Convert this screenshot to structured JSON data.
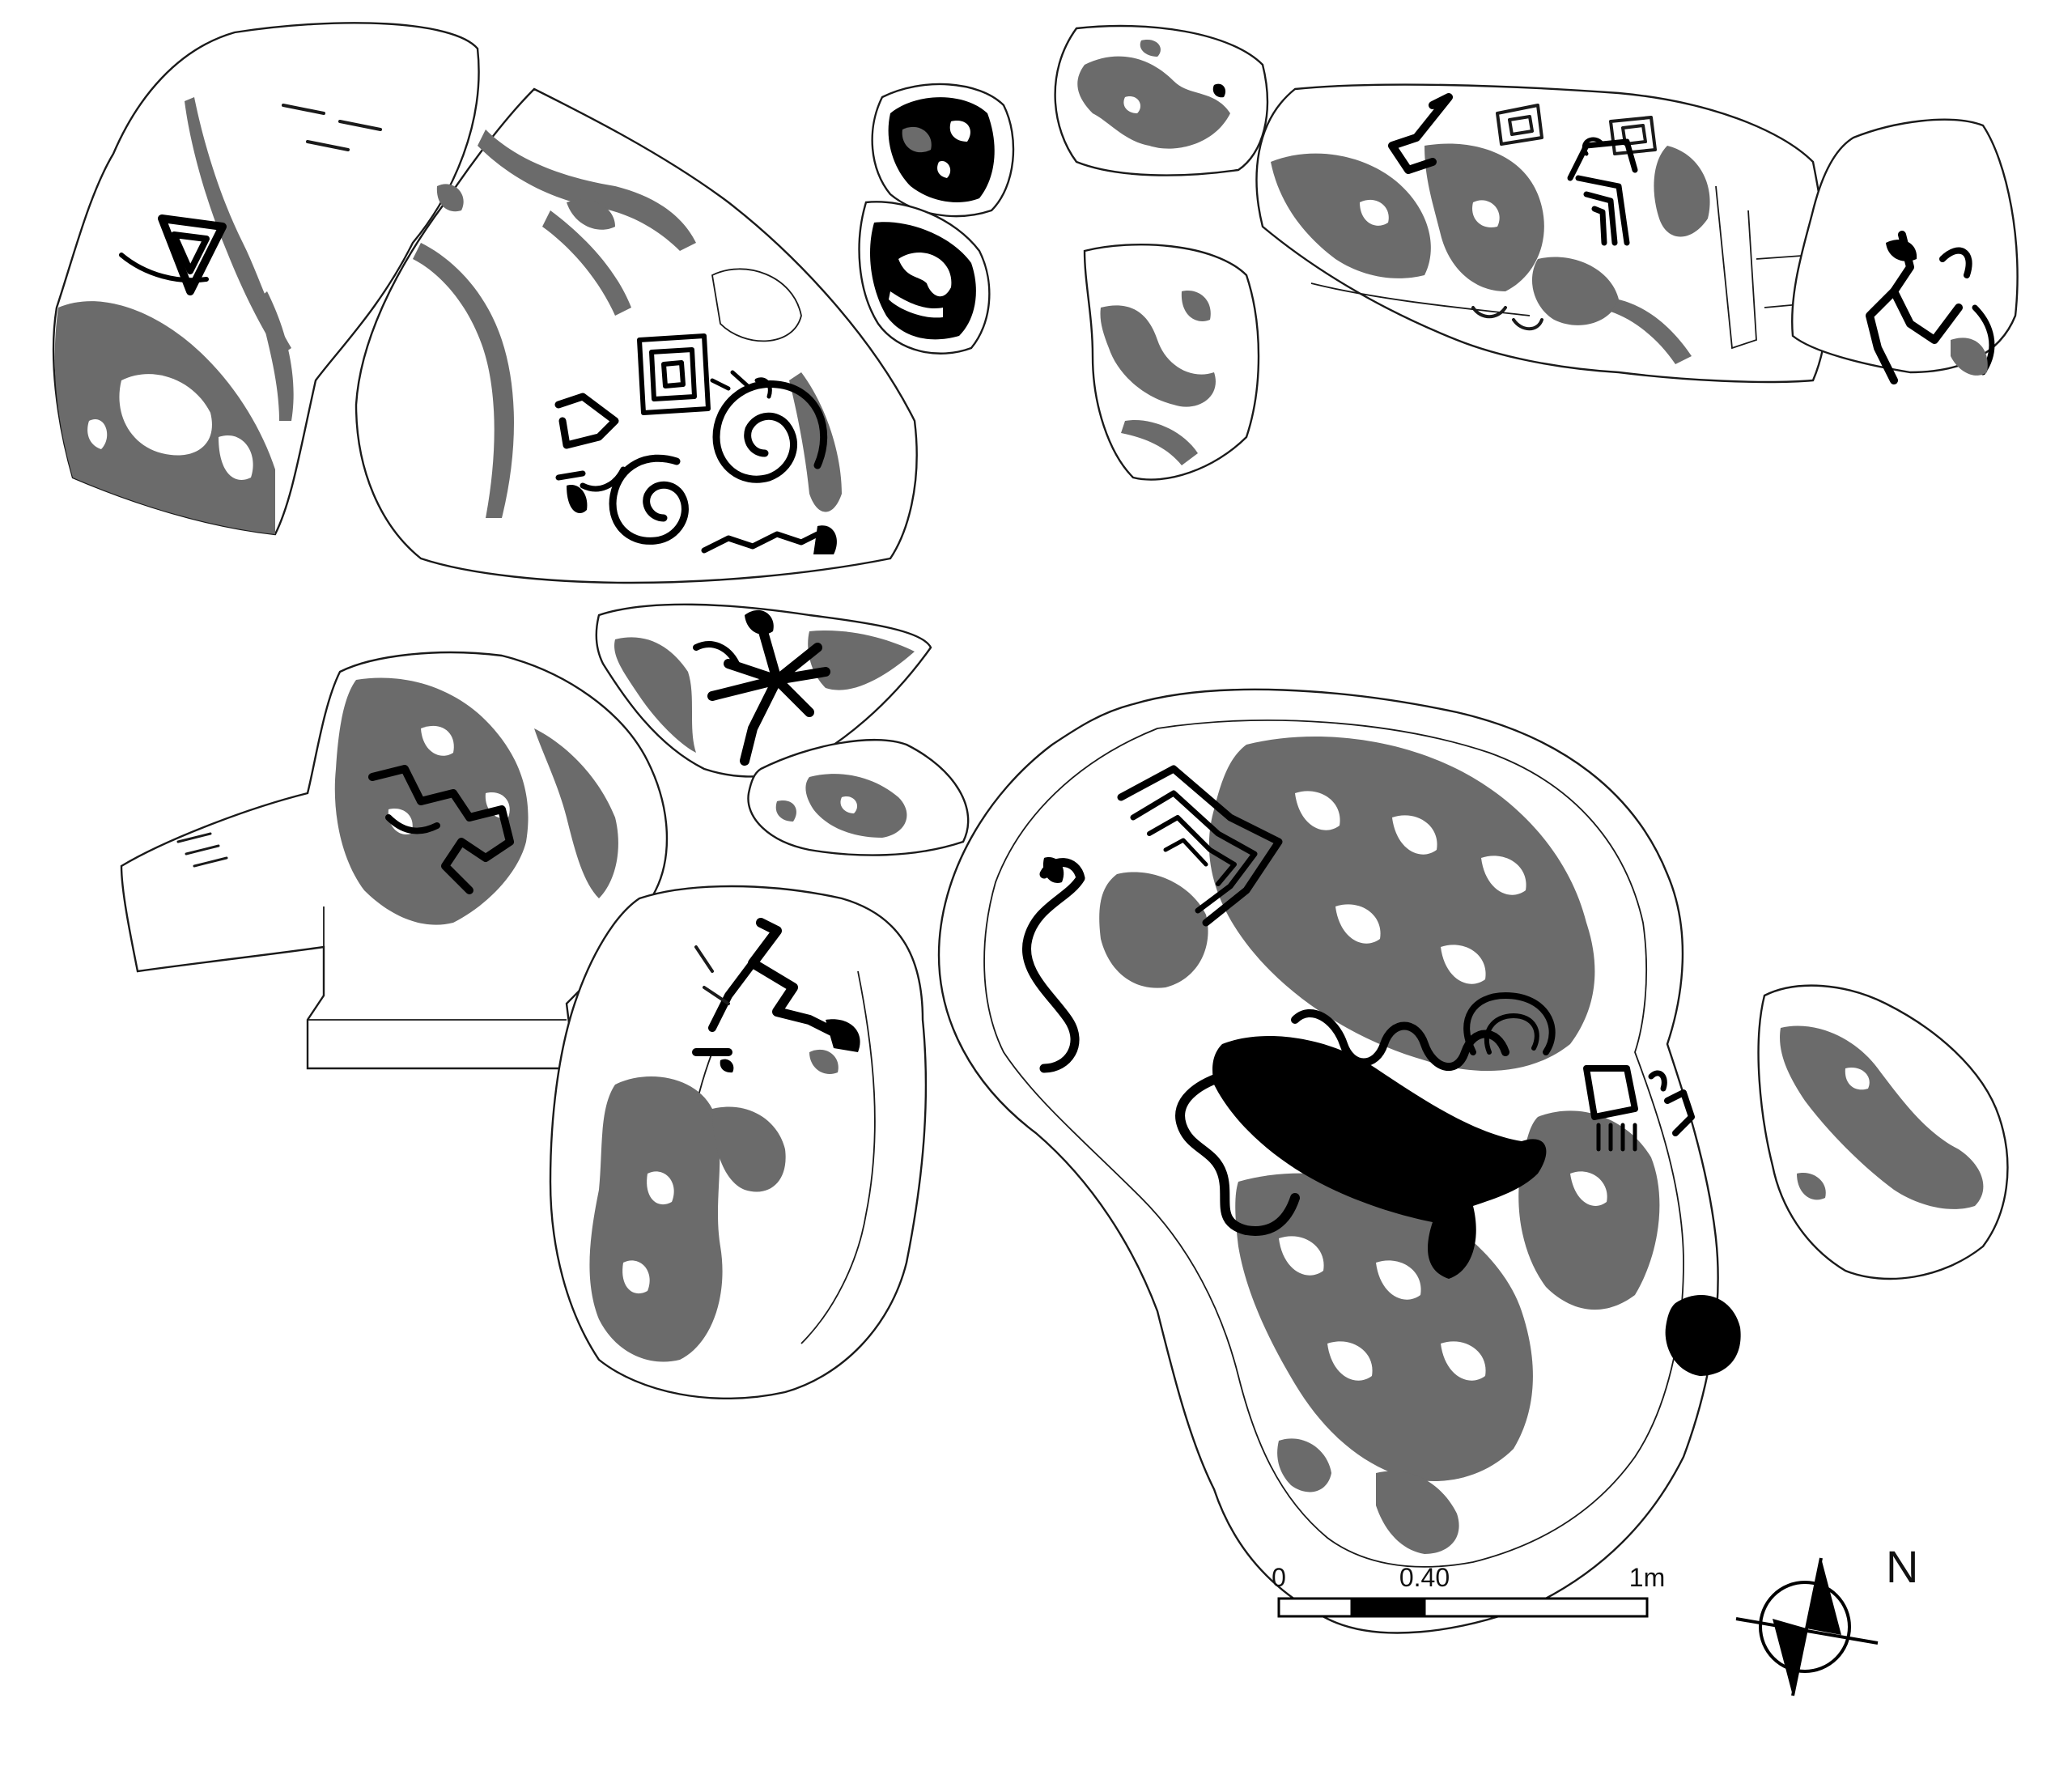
{
  "colors": {
    "background": "#ffffff",
    "outline": "#1a1a1a",
    "weathered": "#6b6b6b",
    "engraving": "#000000"
  },
  "scale_bar": {
    "tick_labels": [
      "0",
      "0.40",
      "1m"
    ],
    "segments": [
      "white",
      "black",
      "white"
    ]
  },
  "north_arrow": {
    "label": "N",
    "icon": "compass-north-arrow-icon"
  }
}
